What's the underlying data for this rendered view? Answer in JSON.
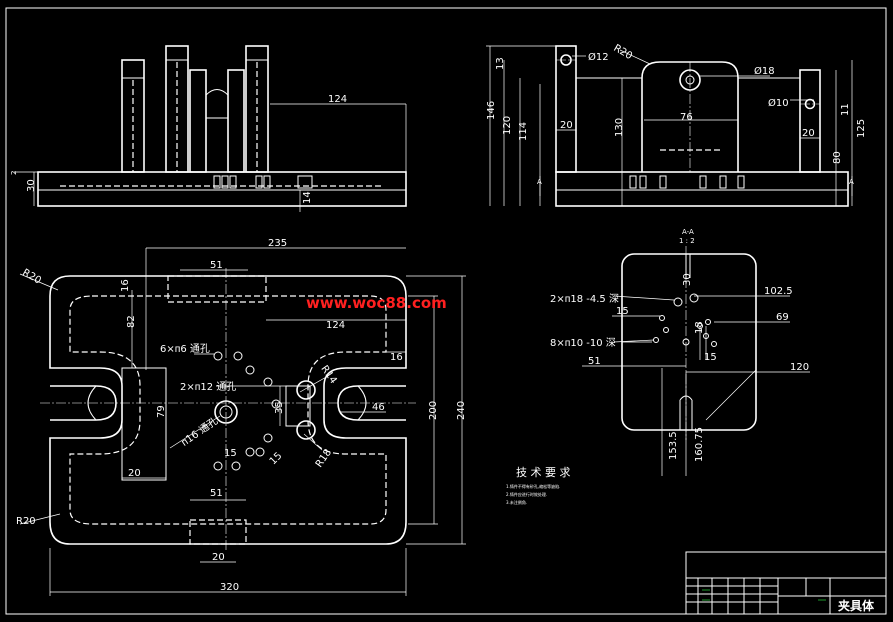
{
  "drawing": {
    "watermark": "www.woc88.com",
    "front_view": {
      "dims": [
        "124",
        "30",
        "2",
        "14"
      ]
    },
    "side_view": {
      "dims": [
        "13",
        "146",
        "120",
        "114",
        "20",
        "130",
        "76",
        "20",
        "80",
        "125",
        "11"
      ],
      "dia_12": "Ø12",
      "dia_18": "Ø18",
      "dia_10": "Ø10",
      "radius": "R20",
      "section_mark": "A"
    },
    "plan_view": {
      "dims_top": [
        "235",
        "51",
        "16",
        "82",
        "124",
        "16"
      ],
      "radius_tl": "R20",
      "radius_bl": "R20",
      "note_6x6": "6×ᴨ6 通孔",
      "note_2x12": "2×ᴨ12 通孔",
      "note_16": "ᴨ16 通孔",
      "r14": "R14",
      "r18": "R18",
      "dims_mid": [
        "79",
        "35",
        "46",
        "20",
        "15",
        "15"
      ],
      "dims_right": [
        "200",
        "240"
      ],
      "dims_bottom": [
        "51",
        "20",
        "320"
      ]
    },
    "section_view": {
      "title": "A-A",
      "scale": "1 : 2",
      "note_2x18": "2×ᴨ18 -4.5 深",
      "note_8x10": "8×ᴨ10 -10 深",
      "dims": [
        "102.5",
        "15",
        "69",
        "51",
        "120",
        "153.5",
        "160.75",
        "18",
        "15",
        "30"
      ]
    },
    "tech_req": {
      "heading": "技 术 要 求",
      "line1": "1.铸件不得有砂孔,缩松等缺陷.",
      "line2": "2.铸件应进行时效处理.",
      "line3": "3.未注倒角."
    },
    "title_block": {
      "part_name": "夹具体"
    }
  }
}
